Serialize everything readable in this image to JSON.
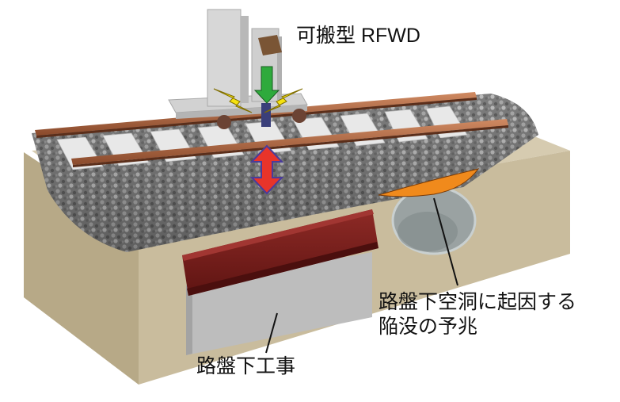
{
  "labels": {
    "device": "可搬型 RFWD",
    "cavity_line1": "路盤下空洞に起因する",
    "cavity_line2": "陥没の予兆",
    "construction": "路盤下工事"
  },
  "colors": {
    "soil": "#cbbfa2",
    "ballast": "#7d7d7d",
    "rail": "#b06b45",
    "sleeper": "#e6e6e6",
    "steel_beam": "#7a1c1c",
    "concrete": "#bdbdbd",
    "cavity_orange": "#f08a1c",
    "load_arrow_green": "#2eaa3c",
    "vibration_arrow_red": "#e8342a",
    "lightning_yellow": "#f5e20f"
  }
}
